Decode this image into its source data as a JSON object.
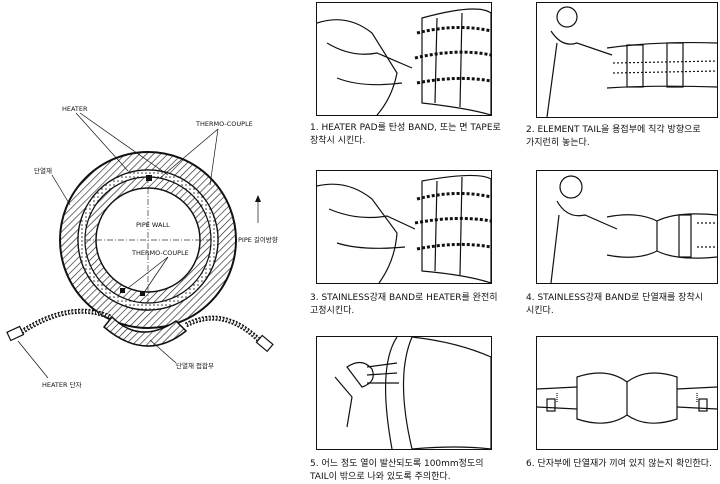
{
  "cross_section": {
    "labels": {
      "heater": "HEATER",
      "thermo_couple_top": "THERMO-COUPLE",
      "insulation": "단열재",
      "pipe_wall": "PIPE WALL",
      "thermo_couple_inner": "THERMO-COUPLE",
      "pipe_direction": "PIPE 길이방향",
      "heater_lead": "HEATER 단자",
      "insulation_joint": "단열재 접합부"
    }
  },
  "steps": [
    {
      "caption": "1. HEATER PAD를 탄성 BAND, 또는 면 TAPE로\n   장착시 시킨다."
    },
    {
      "caption": "2. ELEMENT TAIL을 용접부에 직각 방향으로\n   가지런히 놓는다."
    },
    {
      "caption": "3. STAINLESS강재 BAND로 HEATER를 완전히\n   고정시킨다."
    },
    {
      "caption": "4. STAINLESS강재 BAND로 단열재를 장착시\n   시킨다."
    },
    {
      "caption": "5. 어느 정도 열이 발산되도록 100mm정도의\n   TAIL이 밖으로 나와 있도록 주의한다."
    },
    {
      "caption": "6. 단자부에 단열재가 끼여 있지 않는지 확인한다."
    }
  ]
}
